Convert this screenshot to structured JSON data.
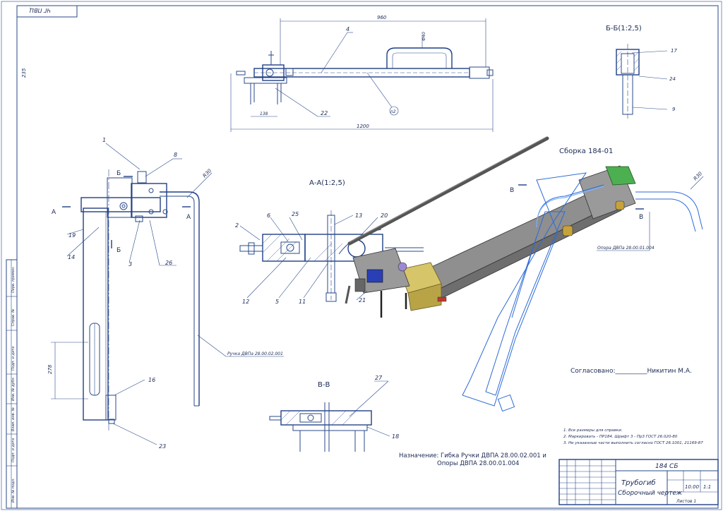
{
  "stamp_top": "ЧГ ПВЦ",
  "side_dim": "235",
  "views": {
    "top_title": "",
    "section_bb": "Б-Б(1:2,5)",
    "section_aa": "А-А(1:2,5)",
    "section_vv": "В-В",
    "assembly": "Сборка 184-01"
  },
  "dims": {
    "d960": "960",
    "d1200": "1200",
    "d138": "138",
    "d40": "Ф40",
    "d278": "278",
    "r30a": "R30",
    "r30b": "R30"
  },
  "callouts": {
    "c1": "1",
    "c4": "4",
    "c6": "6",
    "c8": "8",
    "c2": "2",
    "c25": "25",
    "c13": "13",
    "c20": "20",
    "c12": "12",
    "c5": "5",
    "c11": "11",
    "c19": "19",
    "c14": "14",
    "c3": "3",
    "c26": "26",
    "c16": "16",
    "c23": "23",
    "c22": "22",
    "c27": "27",
    "c18": "18",
    "c17": "17",
    "c24": "24",
    "c9": "9",
    "c21": "21",
    "n2": "n2"
  },
  "section_marks": {
    "b_top": "Б",
    "b_bot": "Б",
    "a_left": "А",
    "a_right": "А",
    "v_left": "В",
    "v_right": "В"
  },
  "labels": {
    "handle_ref": "Ручка ДВПа 28.00.02.001",
    "support_ref": "Опора ДВПа 28.00.01.004",
    "agreed": "Согласовано:__________Никитин М.А.",
    "purpose_line1": "Назначение: Гибка Ручки ДВПА 28.00.02.001 и",
    "purpose_line2": "Опоры ДВПА 28.00.01.004"
  },
  "notes": [
    "1. Все размеры для справки.",
    "2. Маркировать - ПР184. Шрифт 3 - Пр3 ГОСТ 26.020-80",
    "3. Не указанные части выполнить согласно ГОСТ 26.1001, 21169-87"
  ],
  "title_block": {
    "doc_code": "184 СБ",
    "name_line1": "Трубогиб",
    "name_line2": "Сборочный чертеж",
    "mass": "10.00",
    "scale": "1:1",
    "sheet": "Листов 1"
  },
  "left_strip": [
    "Перв. примен.",
    "Справ. №",
    "Подп. и дата",
    "Инв. № дубл.",
    "Взам. инв. №",
    "Подп. и дата",
    "Инв. № подл."
  ]
}
